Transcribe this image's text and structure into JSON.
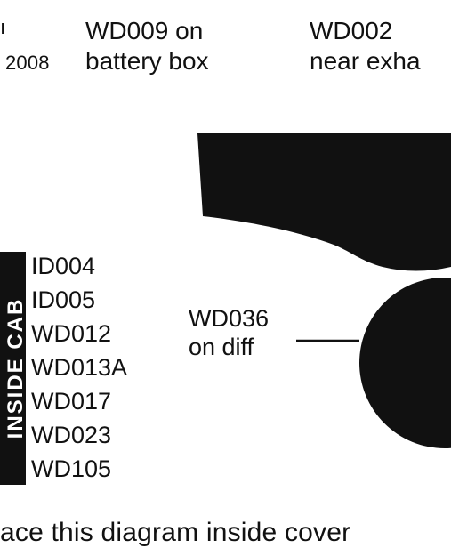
{
  "header": {
    "left_fragment": "ı",
    "year": "2008",
    "wd009_line1": "WD009 on",
    "wd009_line2": "battery box",
    "wd002_line1": "WD002",
    "wd002_line2": "near exha"
  },
  "left_strip": {
    "text": "INSIDE CAB"
  },
  "id_list": [
    "ID004",
    "ID005",
    "WD012",
    "WD013A",
    "WD017",
    "WD023",
    "WD105"
  ],
  "diff_label": {
    "line1": "WD036",
    "line2": "on diff"
  },
  "caption": "ace this diagram inside cover",
  "colors": {
    "ink": "#111111",
    "paper": "#ffffff"
  }
}
